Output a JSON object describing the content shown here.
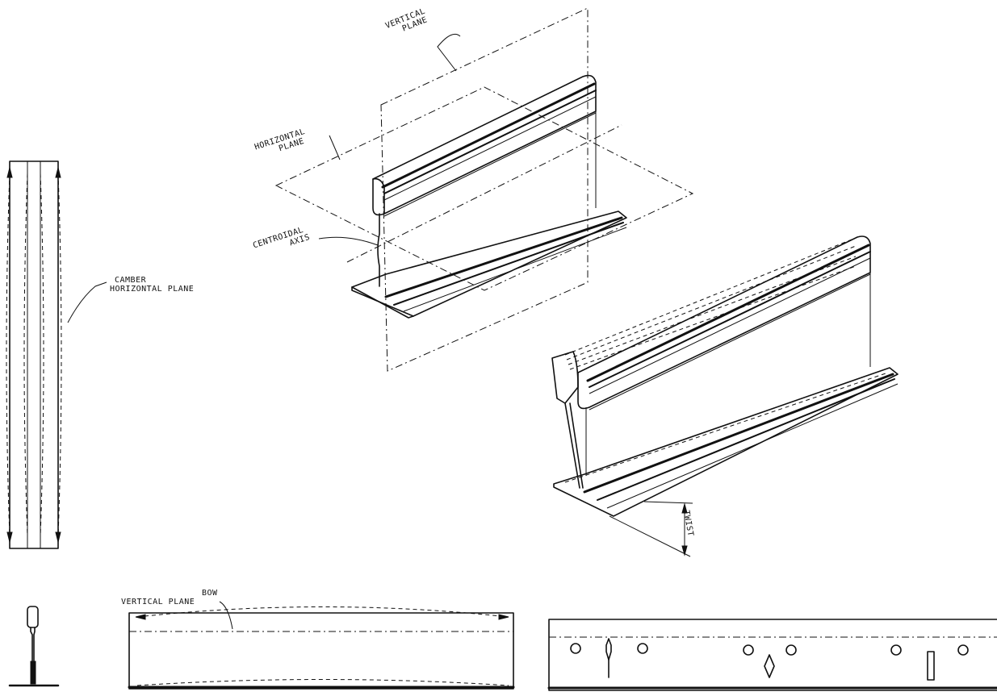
{
  "labels": {
    "vertical_plane": [
      "VERTICAL",
      "PLANE"
    ],
    "horizontal_plane": [
      "HORIZONTAL",
      "PLANE"
    ],
    "centroidal_axis": [
      "CENTROIDAL",
      "AXIS"
    ],
    "camber": [
      "CAMBER",
      "HORIZONTAL PLANE"
    ],
    "bow": [
      "BOW",
      "VERTICAL PLANE"
    ],
    "twist": "TWIST"
  }
}
